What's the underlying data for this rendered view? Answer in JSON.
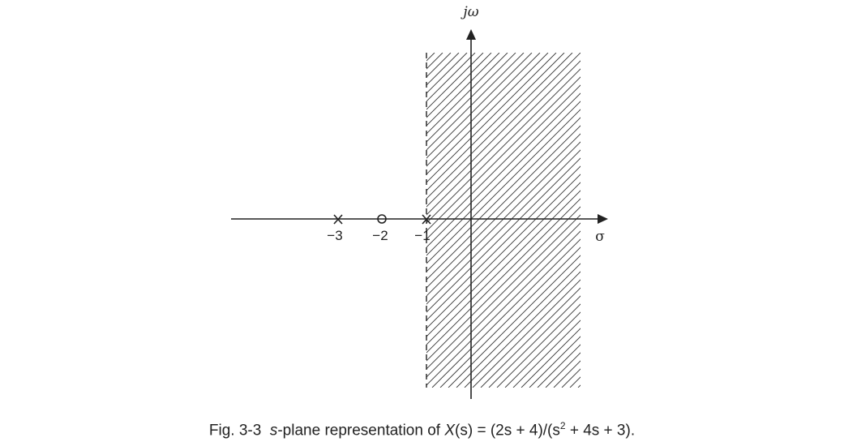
{
  "axes": {
    "vertical_label": "jω",
    "horizontal_label": "σ",
    "tick_labels": [
      "−3",
      "−2",
      "−1"
    ]
  },
  "region": {
    "shading": "hatched",
    "boundary": "dashed",
    "boundary_sigma": -1
  },
  "poles": [
    -3,
    -1
  ],
  "zeros": [
    -2
  ],
  "caption": {
    "fig_label": "Fig. 3-3",
    "s_var": "s",
    "plane_text": "-plane representation of ",
    "func_var": "X",
    "eq_part1": "(s) = (2s + 4)/(s",
    "exponent": "2",
    "eq_part2": " + 4s + 3)."
  }
}
